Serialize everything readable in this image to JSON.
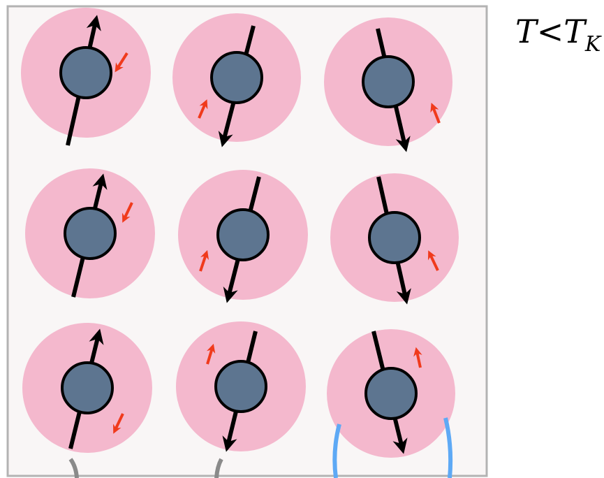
{
  "label": {
    "T": "T",
    "lt": "<",
    "T2": "T",
    "sub": "K"
  },
  "colors": {
    "frame_bg": "#f9f6f6",
    "frame_border": "#b3b3b3",
    "cell": "#f4b8cd",
    "ion": "#5d7590",
    "spin_arrow": "#000000",
    "electron_arrow": "#f03a1c",
    "gray_arc": "#8a8a8a",
    "blue_arc": "#5ea9f5"
  },
  "cells": [
    {
      "row": 1,
      "col": 1,
      "ion_spin": "up",
      "electron_spin": "down"
    },
    {
      "row": 1,
      "col": 2,
      "ion_spin": "down",
      "electron_spin": "up"
    },
    {
      "row": 1,
      "col": 3,
      "ion_spin": "down",
      "electron_spin": "up"
    },
    {
      "row": 2,
      "col": 1,
      "ion_spin": "up",
      "electron_spin": "down"
    },
    {
      "row": 2,
      "col": 2,
      "ion_spin": "down",
      "electron_spin": "up"
    },
    {
      "row": 2,
      "col": 3,
      "ion_spin": "down",
      "electron_spin": "up"
    },
    {
      "row": 3,
      "col": 1,
      "ion_spin": "up",
      "electron_spin": "down"
    },
    {
      "row": 3,
      "col": 2,
      "ion_spin": "down",
      "electron_spin": "up"
    },
    {
      "row": 3,
      "col": 3,
      "ion_spin": "down",
      "electron_spin": "up"
    }
  ]
}
